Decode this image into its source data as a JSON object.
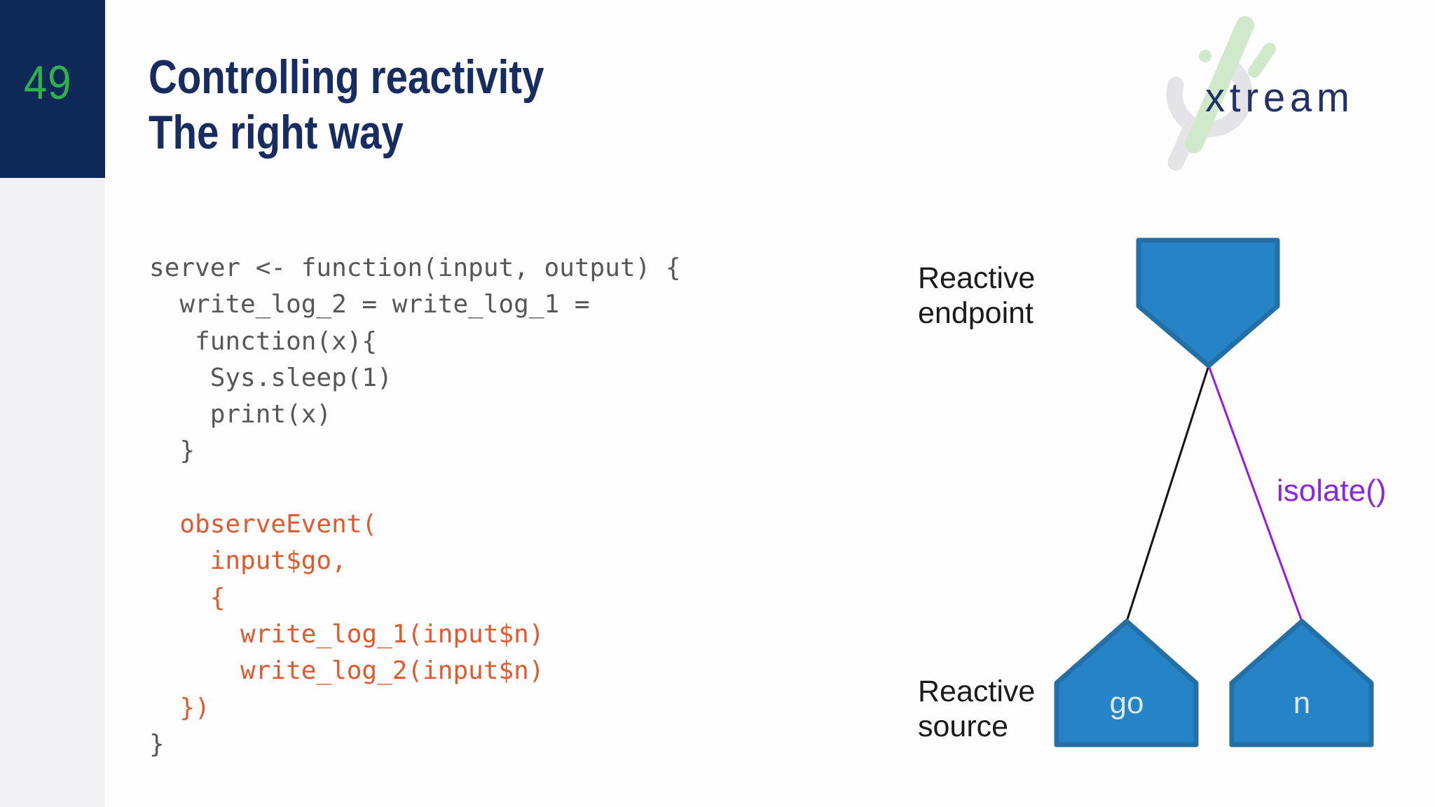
{
  "slide": {
    "number": "49",
    "title_line1": "Controlling reactivity",
    "title_line2": "The right way"
  },
  "logo": {
    "text": "xtream"
  },
  "code": {
    "lines": [
      {
        "text": "server <- function(input, output) {",
        "tone": "gray"
      },
      {
        "text": "  write_log_2 = write_log_1 =",
        "tone": "gray"
      },
      {
        "text": "   function(x){",
        "tone": "gray"
      },
      {
        "text": "    Sys.sleep(1)",
        "tone": "gray"
      },
      {
        "text": "    print(x)",
        "tone": "gray"
      },
      {
        "text": "  }",
        "tone": "gray"
      },
      {
        "text": "",
        "tone": "gray"
      },
      {
        "text": "  observeEvent(",
        "tone": "orange"
      },
      {
        "text": "    input$go,",
        "tone": "orange"
      },
      {
        "text": "    {",
        "tone": "orange"
      },
      {
        "text": "      write_log_1(input$n)",
        "tone": "orange"
      },
      {
        "text": "      write_log_2(input$n)",
        "tone": "orange"
      },
      {
        "text": "  })",
        "tone": "orange"
      },
      {
        "text": "}",
        "tone": "gray"
      }
    ]
  },
  "diagram": {
    "endpoint_label": [
      "Reactive",
      "endpoint"
    ],
    "source_label": [
      "Reactive",
      "source"
    ],
    "isolate_label": "isolate()",
    "node_go": "go",
    "node_n": "n"
  },
  "colors": {
    "bg": "#fdfdfd",
    "left_strip": "#f2f2f4",
    "navy_box": "#0e2858",
    "green": "#2eb34c",
    "title_navy": "#172d61",
    "logo_navy": "#223266",
    "logo_green": "#cfe9ca",
    "logo_gray": "#e4e4e8",
    "code_gray": "#57575b",
    "code_orange": "#df5a2c",
    "shape_fill": "#2583c6",
    "shape_stroke": "#2470a6",
    "node_text": "#dce8f3",
    "black_line": "#141414",
    "purple_line": "#9518ec",
    "purple_text": "#8d26df",
    "label_black": "#1b1b1b"
  }
}
